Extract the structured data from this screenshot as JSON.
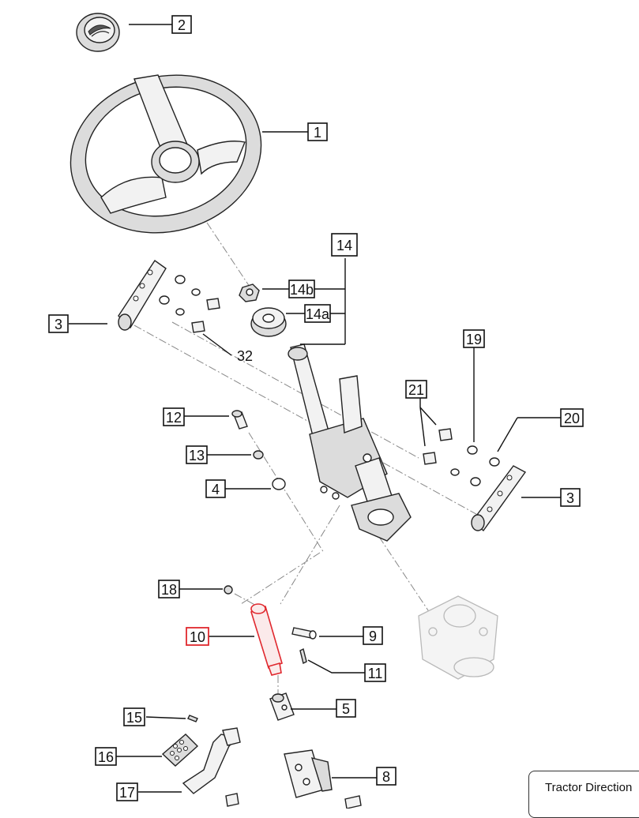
{
  "callouts": {
    "c1": "1",
    "c2": "2",
    "c3a": "3",
    "c3b": "3",
    "c4": "4",
    "c5": "5",
    "c8": "8",
    "c9": "9",
    "c10": "10",
    "c11": "11",
    "c12": "12",
    "c13": "13",
    "c14": "14",
    "c14a": "14a",
    "c14b": "14b",
    "c15": "15",
    "c16": "16",
    "c17": "17",
    "c18": "18",
    "c19": "19",
    "c20": "20",
    "c21": "21",
    "c32": "32"
  },
  "highlight_color": "#e0282e",
  "highlighted_part": "10",
  "direction_note": "Tractor Direction"
}
